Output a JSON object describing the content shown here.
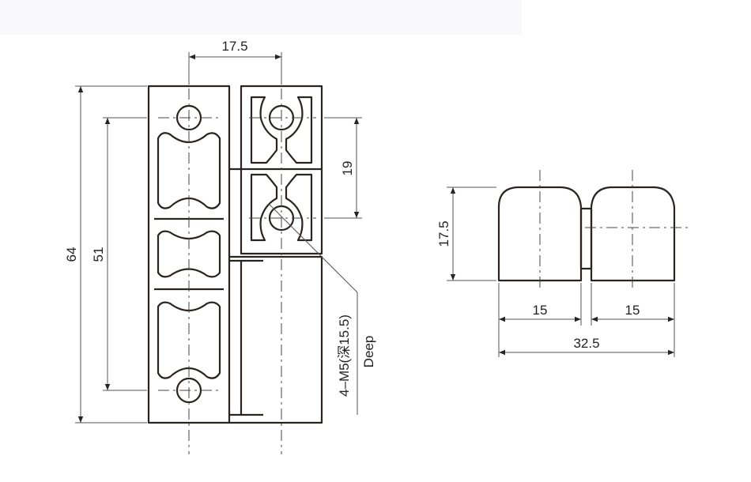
{
  "drawing": {
    "subject": "hinge technical drawing",
    "front_view": {
      "dim_top_width": "17.5",
      "dim_overall_height": "64",
      "dim_hole_spacing": "51",
      "dim_hole_pitch_right": "19",
      "callout_thread": "4–M5(深15.5)",
      "callout_deep": "Deep"
    },
    "side_view": {
      "dim_height": "17.5",
      "dim_left_width": "15",
      "dim_right_width": "15",
      "dim_total_width": "32.5"
    }
  },
  "colors": {
    "line": "#2a2420",
    "dimension": "#555555",
    "background": "#ffffff"
  }
}
